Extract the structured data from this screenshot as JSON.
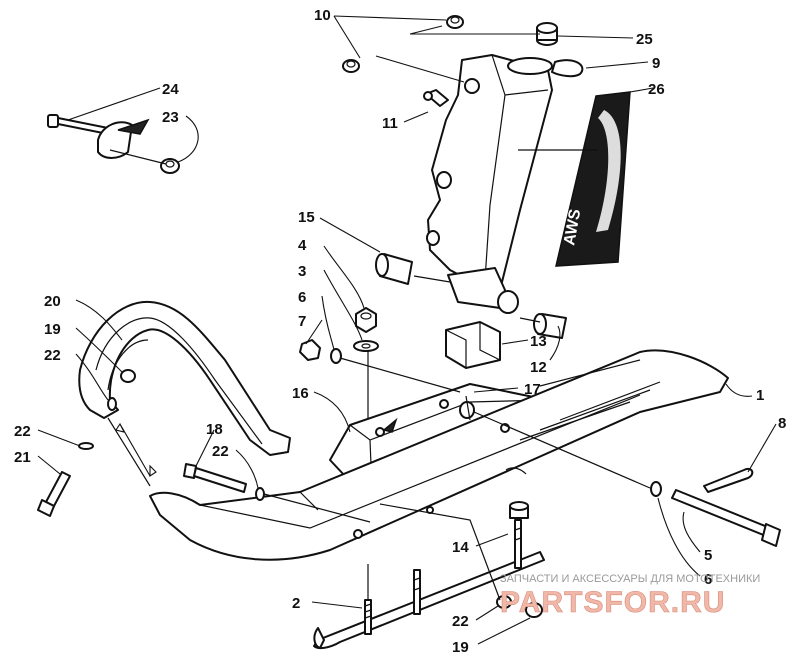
{
  "callouts": [
    {
      "id": "c10",
      "text": "10"
    },
    {
      "id": "c25",
      "text": "25"
    },
    {
      "id": "c9",
      "text": "9"
    },
    {
      "id": "c26",
      "text": "26"
    },
    {
      "id": "c11",
      "text": "11"
    },
    {
      "id": "c24",
      "text": "24"
    },
    {
      "id": "c23",
      "text": "23"
    },
    {
      "id": "c15",
      "text": "15"
    },
    {
      "id": "c4",
      "text": "4"
    },
    {
      "id": "c3",
      "text": "3"
    },
    {
      "id": "c6a",
      "text": "6"
    },
    {
      "id": "c7",
      "text": "7"
    },
    {
      "id": "c20",
      "text": "20"
    },
    {
      "id": "c19a",
      "text": "19"
    },
    {
      "id": "c22a",
      "text": "22"
    },
    {
      "id": "c13",
      "text": "13"
    },
    {
      "id": "c12",
      "text": "12"
    },
    {
      "id": "c17",
      "text": "17"
    },
    {
      "id": "c16",
      "text": "16"
    },
    {
      "id": "c1",
      "text": "1"
    },
    {
      "id": "c8",
      "text": "8"
    },
    {
      "id": "c22b",
      "text": "22"
    },
    {
      "id": "c21",
      "text": "21"
    },
    {
      "id": "c18",
      "text": "18"
    },
    {
      "id": "c22c",
      "text": "22"
    },
    {
      "id": "c5",
      "text": "5"
    },
    {
      "id": "c6b",
      "text": "6"
    },
    {
      "id": "c14",
      "text": "14"
    },
    {
      "id": "c2",
      "text": "2"
    },
    {
      "id": "c22d",
      "text": "22"
    },
    {
      "id": "c19b",
      "text": "19"
    }
  ],
  "decal": {
    "text": "AWS"
  },
  "watermark": {
    "tagline": "ЗАПЧАСТИ И АКСЕССУАРЫ ДЛЯ МОТОТЕХНИКИ",
    "brand": "PARTSFOR.RU"
  }
}
